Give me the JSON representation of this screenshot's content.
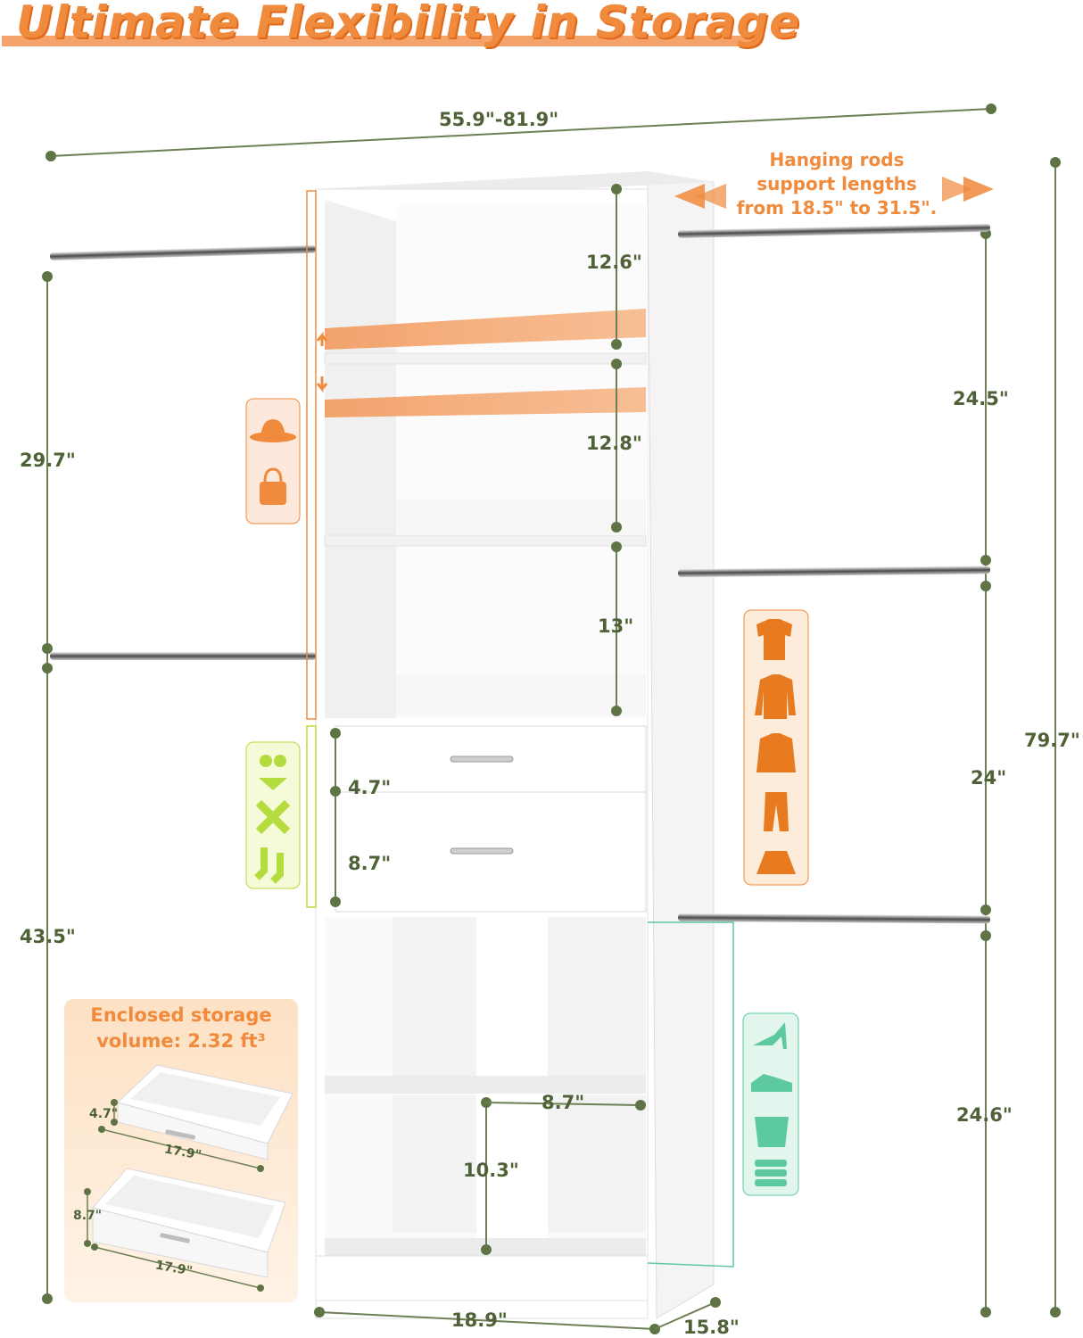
{
  "title": "Ultimate Flexibility in Storage",
  "dimensions": {
    "overall_width": "55.9\"-81.9\"",
    "total_height": "79.7\"",
    "left_upper_rod": "29.7\"",
    "left_lower_rod": "43.5\"",
    "right_top_section": "24.5\"",
    "right_middle_section": "24\"",
    "right_bottom_section": "24.6\"",
    "shelf_1": "12.6\"",
    "shelf_2": "12.8\"",
    "shelf_3": "13\"",
    "drawer_small": "4.7\"",
    "drawer_large": "8.7\"",
    "cube_width": "8.7\"",
    "cube_height": "10.3\"",
    "base_width": "18.9\"",
    "base_depth": "15.8\""
  },
  "callout": {
    "line1": "Hanging rods",
    "line2": "support lengths",
    "line3": "from 18.5\" to 31.5\"."
  },
  "storage_box": {
    "line1": "Enclosed storage",
    "line2": "volume: 2.32 ft³",
    "drawer_small_height": "4.7\"",
    "drawer_large_height": "8.7\"",
    "drawer_small_width": "17.9\"",
    "drawer_large_width": "17.9\""
  },
  "colors": {
    "accent": "#f08a3c",
    "dimension_text": "#4f6237",
    "dot": "#5f7445",
    "hat_zone": "#f08a3c",
    "drawer_zone": "#b5dc3e",
    "shoe_zone": "#5cc9a0"
  },
  "icons": {
    "hat_zone": [
      "sun-hat-icon",
      "handbag-icon"
    ],
    "drawer_zone": [
      "bra-icon",
      "underwear-icon",
      "scarf-icon",
      "socks-icon"
    ],
    "clothes_zone": [
      "tshirt-icon",
      "shirt-icon",
      "jacket-icon",
      "pants-icon",
      "skirt-icon"
    ],
    "shoe_zone": [
      "high-heel-icon",
      "shoe-icon",
      "basket-icon",
      "folded-clothes-icon"
    ]
  }
}
